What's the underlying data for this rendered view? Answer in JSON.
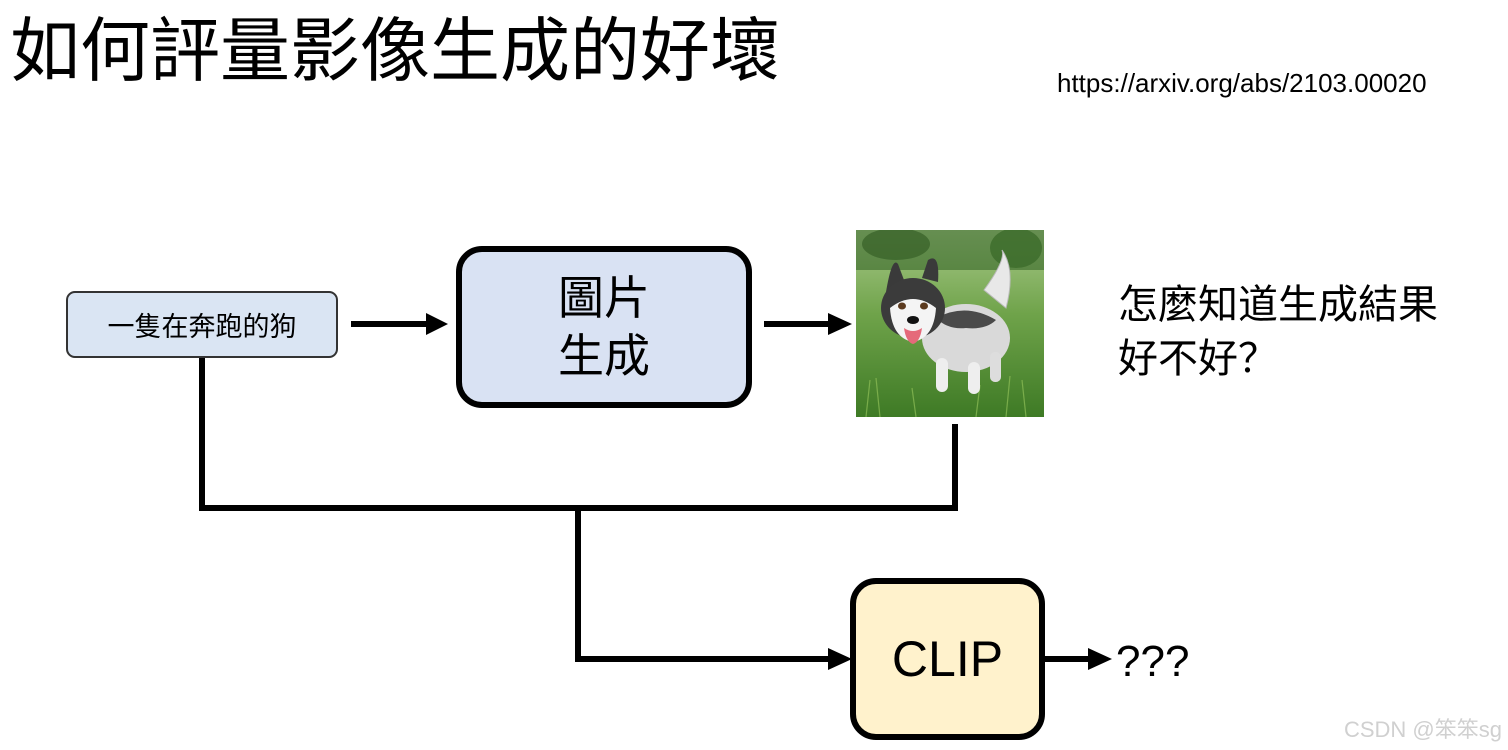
{
  "slide": {
    "title": "如何評量影像生成的好壞",
    "reference_url": "https://arxiv.org/abs/2103.00020"
  },
  "diagram": {
    "prompt_text": "一隻在奔跑的狗",
    "generator_line1": "圖片",
    "generator_line2": "生成",
    "clip_label": "CLIP",
    "output_label": "???",
    "question_line1": "怎麼知道生成結果",
    "question_line2": "好不好？",
    "image_subject": "husky-dog-running-image"
  },
  "colors": {
    "prompt_fill": "#dae5f3",
    "generator_fill": "#d9e2f3",
    "clip_fill": "#fff2cc",
    "line": "#000000"
  },
  "watermark": "CSDN @笨笨sg"
}
